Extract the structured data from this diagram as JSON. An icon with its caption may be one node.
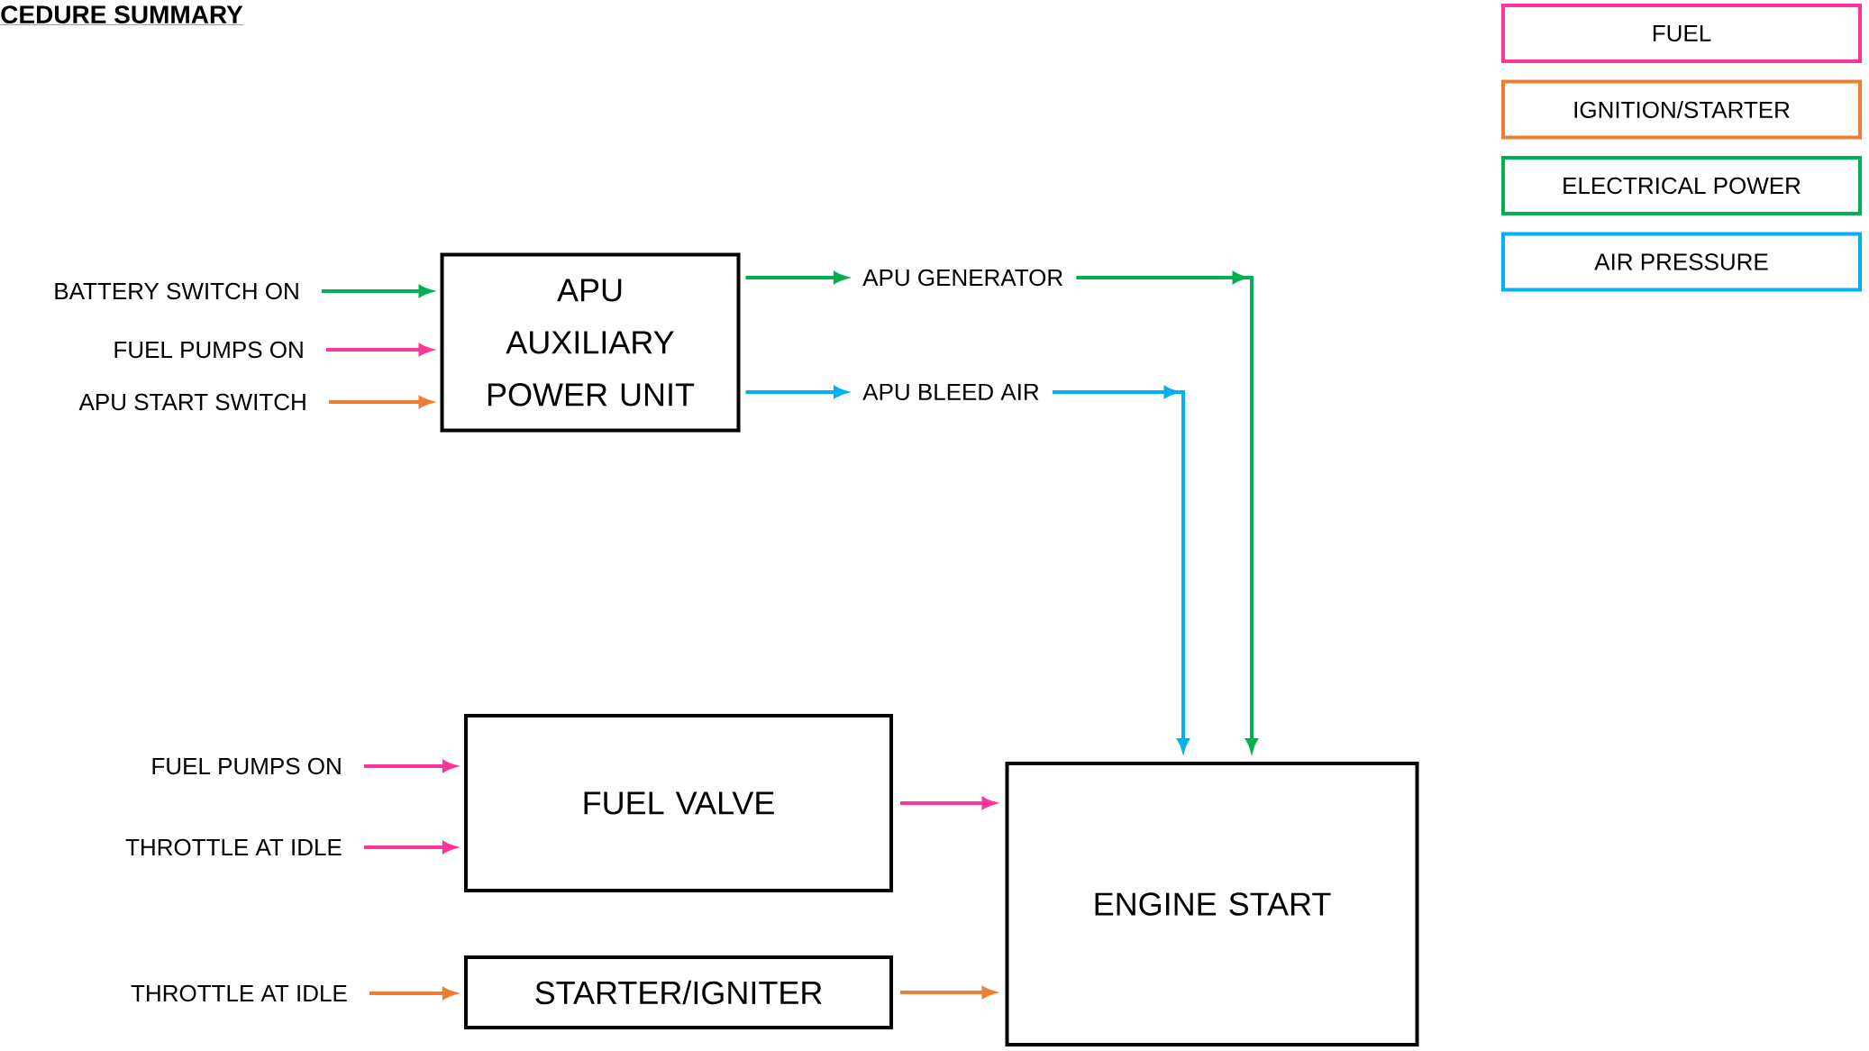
{
  "diagram": {
    "title": "CEDURE SUMMARY",
    "nodes": [
      {
        "text": [
          "BATTERY SWITCH ON"
        ]
      },
      {
        "text": [
          "FUEL PUMPS ON"
        ]
      },
      {
        "text": [
          "APU START SWITCH"
        ]
      },
      {
        "text": [
          "APU AUXILIARY POWER UNIT"
        ]
      },
      {
        "text": [
          "APU GENERATOR"
        ]
      },
      {
        "text": [
          "APU BLEED AIR"
        ]
      },
      {
        "text": [
          "FUEL PUMPS ON"
        ]
      },
      {
        "text": [
          "THROTTLE AT IDLE"
        ]
      },
      {
        "text": [
          "FUEL VALVE"
        ]
      },
      {
        "text": [
          "THROTTLE AT IDLE"
        ]
      },
      {
        "text": [
          "STARTER/IGNITER"
        ]
      },
      {
        "text": [
          "ENGINE START"
        ]
      }
    ],
    "edges": [
      {
        "from": 0,
        "to": 3,
        "arrow": "to",
        "color": "#00b050"
      },
      {
        "from": 1,
        "to": 3,
        "arrow": "to",
        "color": "#ff3399"
      },
      {
        "from": 2,
        "to": 3,
        "arrow": "to",
        "color": "#ed7d31"
      },
      {
        "from": 3,
        "to": 4,
        "arrow": "to",
        "color": "#00b050"
      },
      {
        "from": 3,
        "to": 5,
        "arrow": "to",
        "color": "#00b0f0"
      },
      {
        "from": 4,
        "to": 11,
        "arrow": "to",
        "color": "#00b050"
      },
      {
        "from": 5,
        "to": 11,
        "arrow": "to",
        "color": "#00b0f0"
      },
      {
        "from": 6,
        "to": 8,
        "arrow": "to",
        "color": "#ff3399"
      },
      {
        "from": 7,
        "to": 8,
        "arrow": "to",
        "color": "#ff3399"
      },
      {
        "from": 8,
        "to": 11,
        "arrow": "to",
        "color": "#ff3399"
      },
      {
        "from": 9,
        "to": 10,
        "arrow": "to",
        "color": "#ed7d31"
      },
      {
        "from": 10,
        "to": 11,
        "arrow": "to",
        "color": "#ed7d31"
      }
    ],
    "legend": [
      {
        "text": "FUEL",
        "color": "#ff3399"
      },
      {
        "text": "IGNITION/STARTER",
        "color": "#ed7d31"
      },
      {
        "text": "ELECTRICAL POWER",
        "color": "#00b050"
      },
      {
        "text": "AIR PRESSURE",
        "color": "#00b0f0"
      }
    ]
  }
}
